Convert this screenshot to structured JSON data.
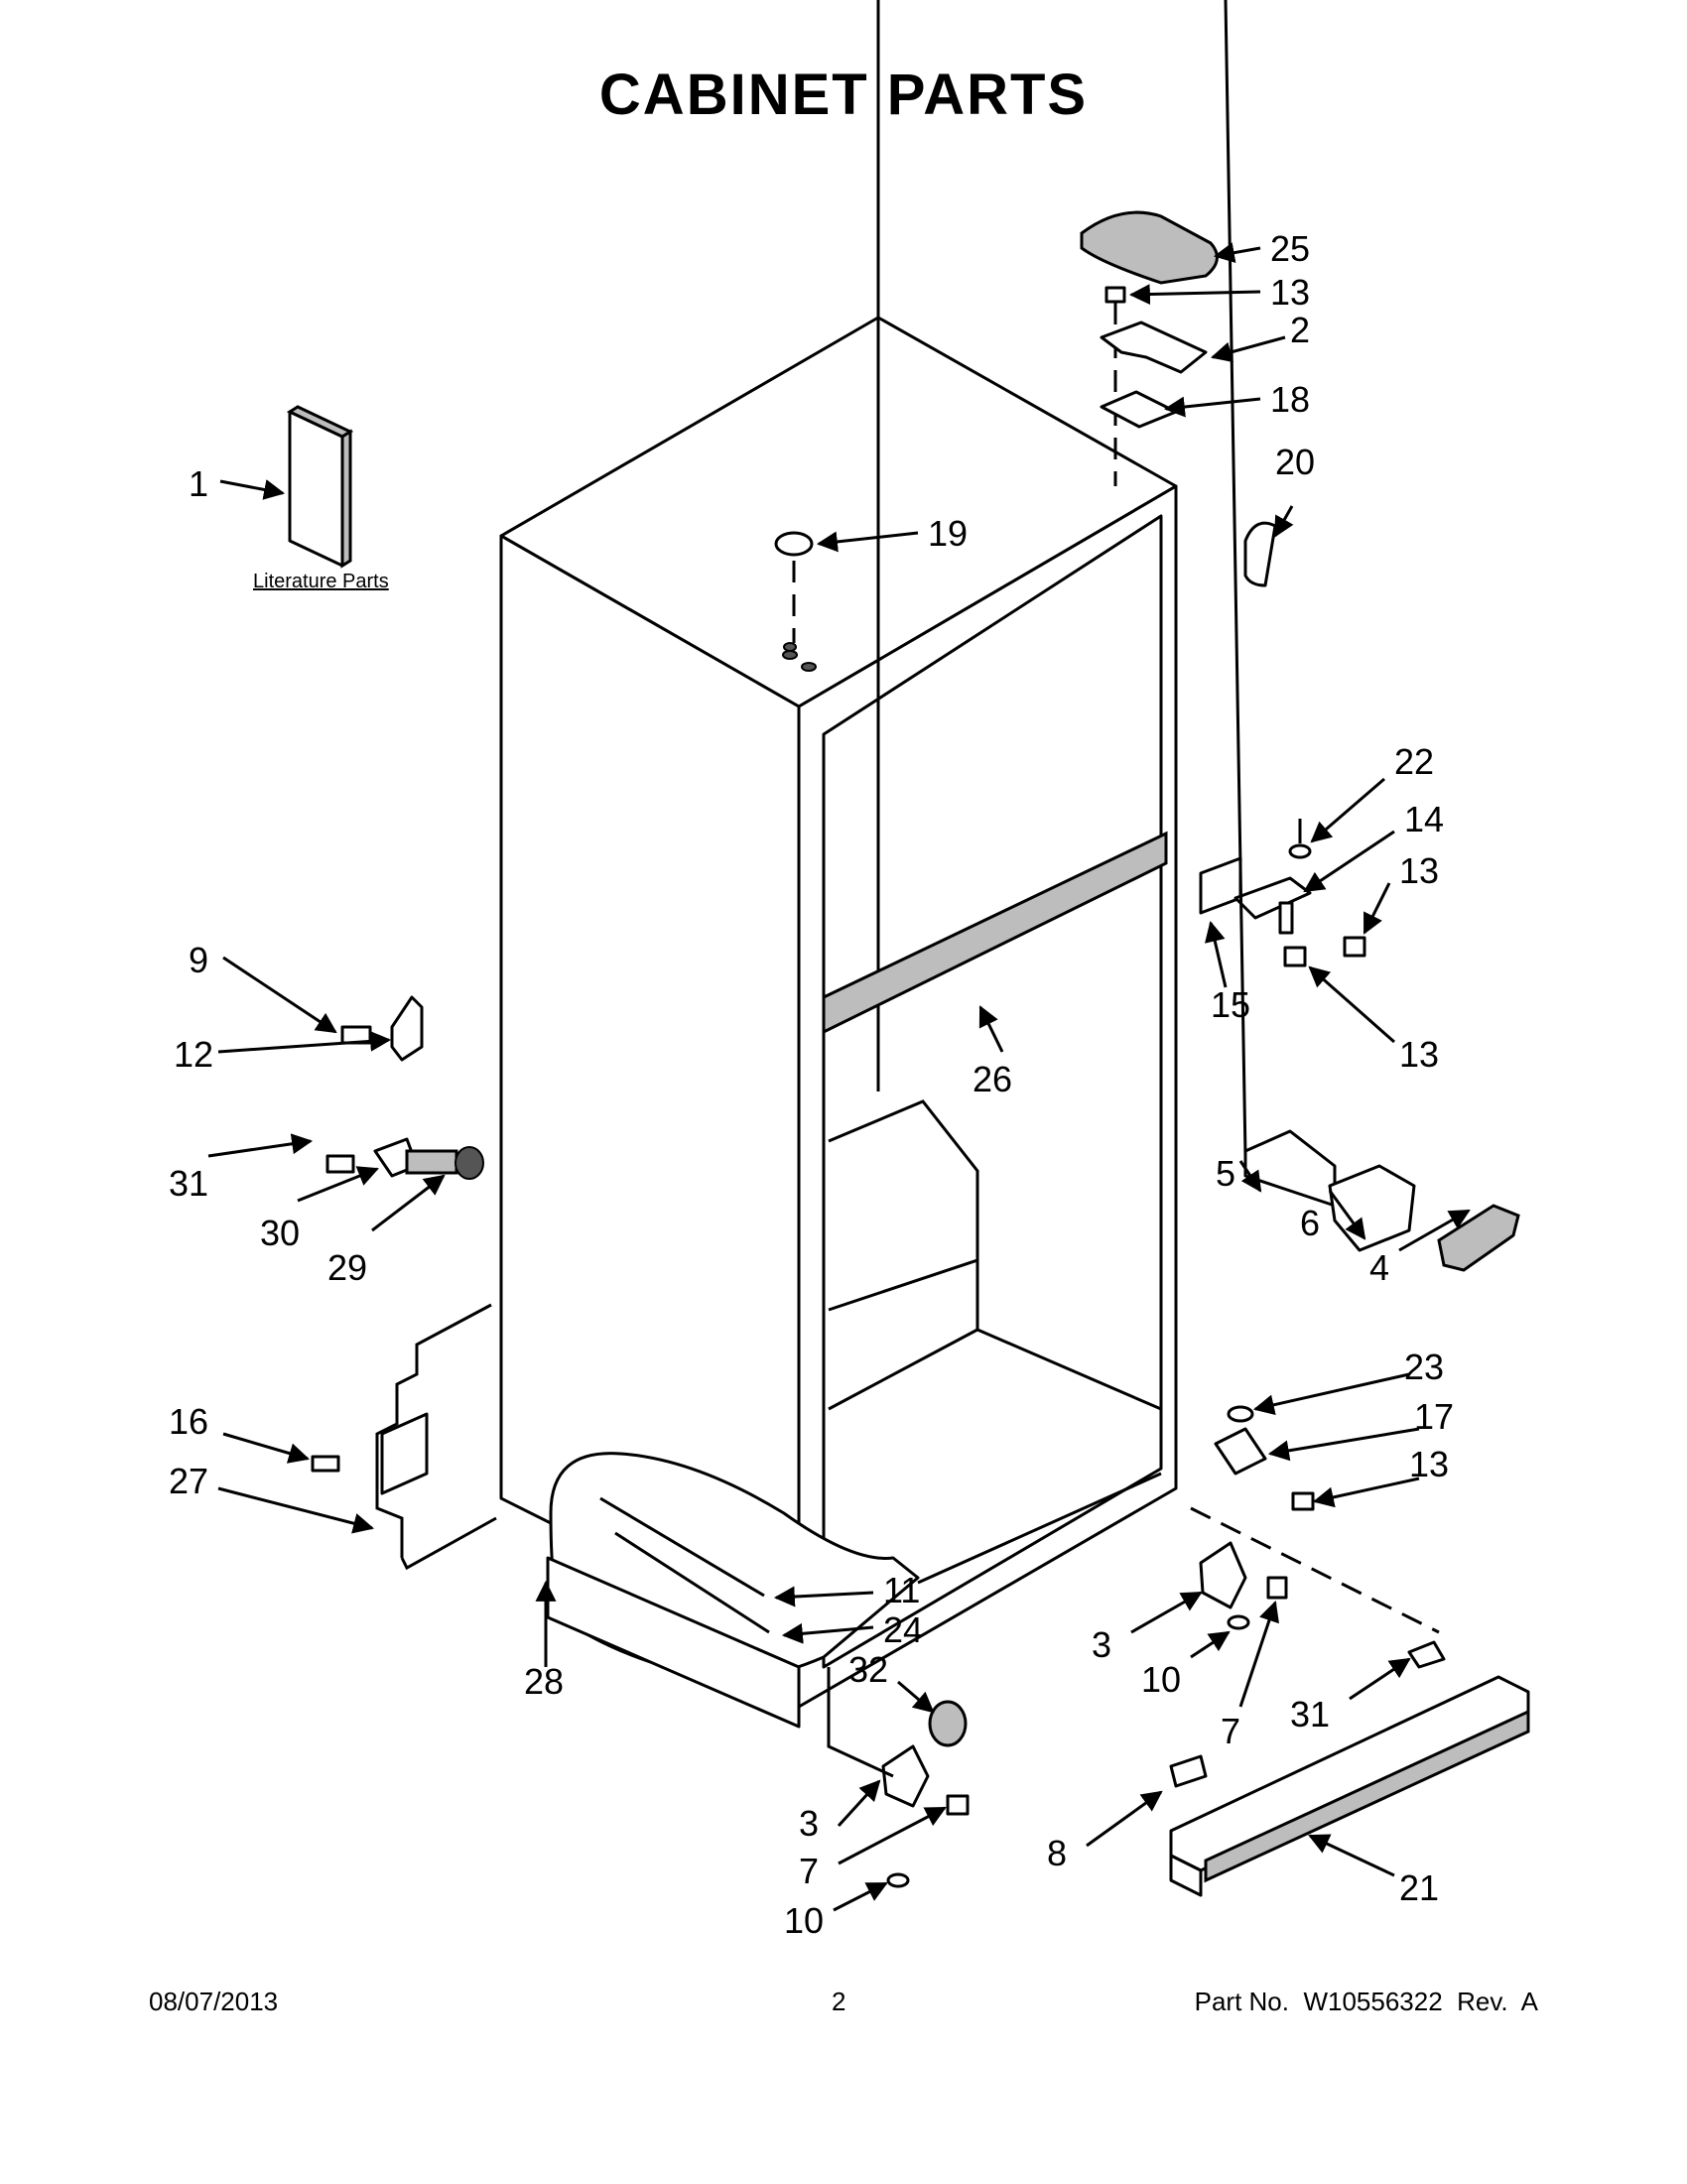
{
  "header": {
    "title": "CABINET PARTS"
  },
  "literature": {
    "label": "Literature Parts"
  },
  "callouts": [
    "25",
    "13",
    "2",
    "18",
    "20",
    "1",
    "19",
    "22",
    "14",
    "13",
    "15",
    "13",
    "9",
    "12",
    "26",
    "5",
    "6",
    "4",
    "31",
    "30",
    "29",
    "23",
    "17",
    "13",
    "16",
    "27",
    "11",
    "24",
    "3",
    "10",
    "7",
    "28",
    "32",
    "31",
    "3",
    "7",
    "8",
    "21",
    "10"
  ],
  "footer": {
    "date": "08/07/2013",
    "page": "2",
    "part_no": "Part No.  W10556322  Rev.  A"
  }
}
